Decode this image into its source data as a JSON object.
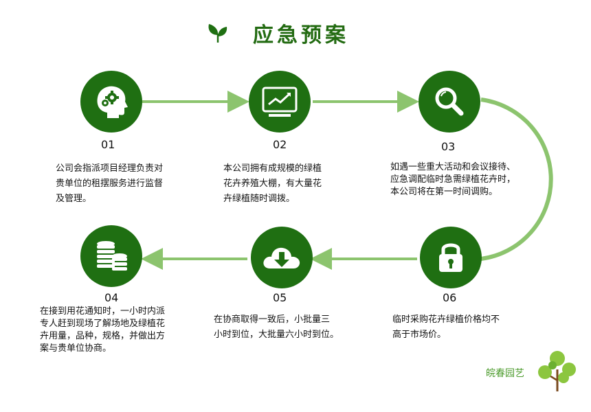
{
  "title": "应急预案",
  "brand": "皖春园艺",
  "colors": {
    "circle": "#1f6f12",
    "connector": "#8cc46e",
    "title": "#236b12",
    "brand": "#4a9a2a"
  },
  "steps": [
    {
      "number": "01",
      "icon": "head-gears-icon",
      "text": "公司会指派项目经理负责对\n贵单位的租摆服务进行监督\n及管理。"
    },
    {
      "number": "02",
      "icon": "presentation-chart-icon",
      "text": "本公司拥有成规模的绿植\n花卉养殖大棚，有大量花\n卉绿植随时调拨。"
    },
    {
      "number": "03",
      "icon": "magnifier-icon",
      "text": "如遇一些重大活动和会议接待、\n应急调配临时急需绿植花卉时，\n本公司将在第一时间调购。"
    },
    {
      "number": "04",
      "icon": "coin-stacks-icon",
      "text": "在接到用花通知时，一小时内派\n专人赶到现场了解场地及绿植花\n卉用量，品种，规格，并做出方\n案与贵单位协商。"
    },
    {
      "number": "05",
      "icon": "cloud-download-icon",
      "text": "在协商取得一致后，小批量三\n小时到位，大批量六小时到位。"
    },
    {
      "number": "06",
      "icon": "padlock-icon",
      "text": "临时采购花卉绿植价格均不\n高于市场价。"
    }
  ]
}
